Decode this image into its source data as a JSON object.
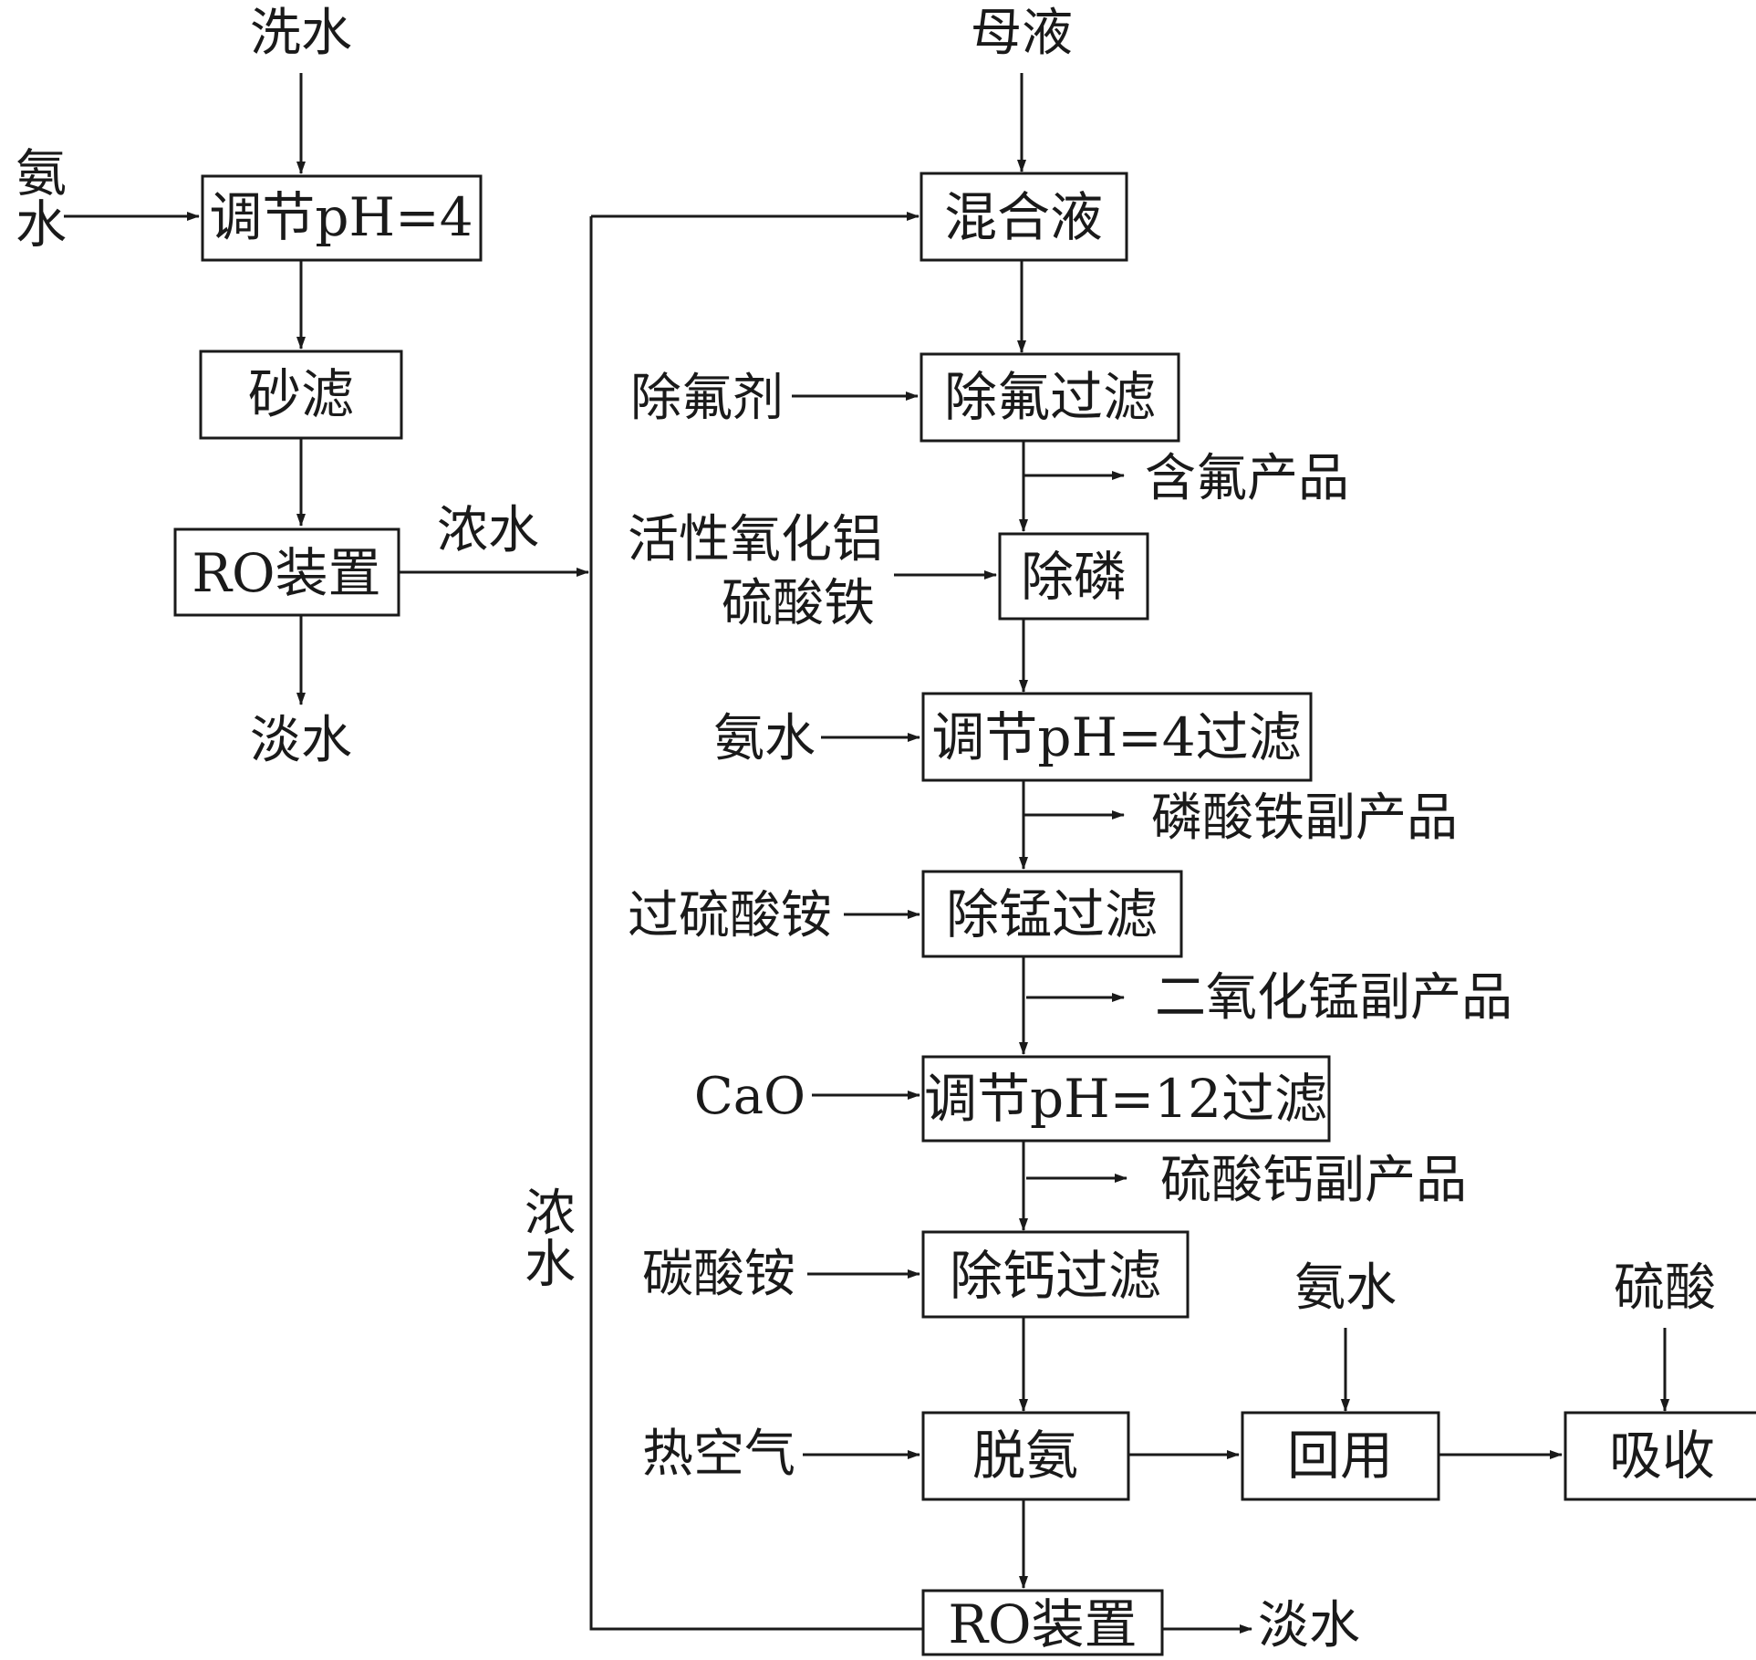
{
  "left_branch": {
    "wash_water": "洗水",
    "ammonia_water_in": "氨水",
    "adjust_ph_box": "调节pH=4",
    "sand_filter_box": "砂滤",
    "ro_device_box": "RO装置",
    "concentrate_label": "浓水",
    "fresh_water_out": "淡水"
  },
  "main_branch": {
    "mother_liquor": "母液",
    "mixed_liquor_box": "混合液",
    "defluorinating_agent": "除氟剂",
    "defluorination_box": "除氟过滤",
    "fluorine_product": "含氟产品",
    "activated_alumina": "活性氧化铝",
    "ferric_sulfate": "硫酸铁",
    "phosphorus_removal_box": "除磷",
    "ammonia_water_2": "氨水",
    "adjust_ph4_filter_box": "调节pH=4过滤",
    "iron_phosphate_product": "磷酸铁副产品",
    "ammonium_persulfate": "过硫酸铵",
    "manganese_removal_box": "除锰过滤",
    "manganese_dioxide_product": "二氧化锰副产品",
    "cao": "CaO",
    "adjust_ph12_filter_box": "调节pH=12过滤",
    "calcium_sulfate_product": "硫酸钙副产品",
    "ammonium_carbonate": "碳酸铵",
    "calcium_removal_box": "除钙过滤",
    "hot_air": "热空气",
    "deammoniation_box": "脱氨",
    "ro_device_box_2": "RO装置",
    "fresh_water_out_2": "淡水",
    "concentrate_return_label": "浓水"
  },
  "ammonia_recovery": {
    "ammonia_water_3": "氨水",
    "reuse_box": "回用",
    "sulfuric_acid": "硫酸",
    "absorption_box": "吸收"
  }
}
